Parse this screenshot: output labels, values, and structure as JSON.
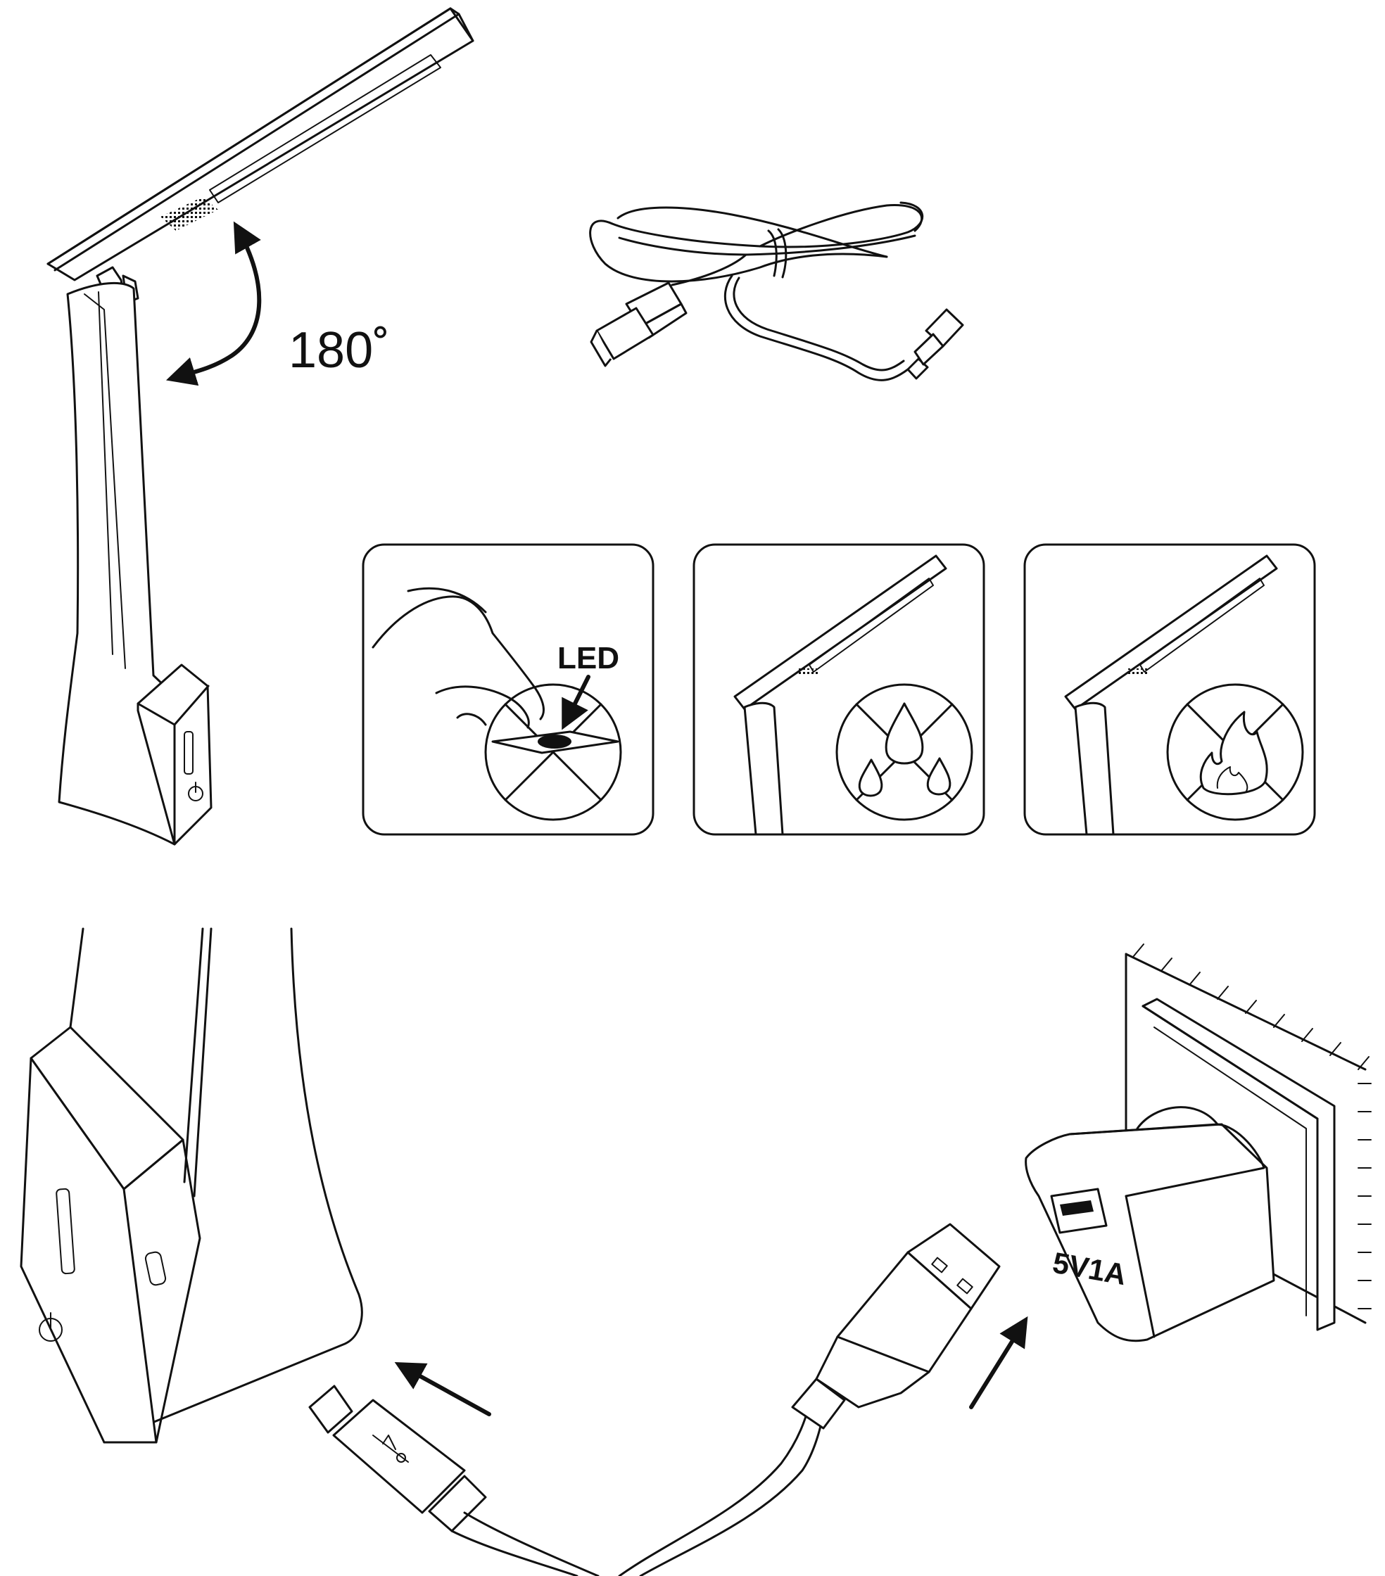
{
  "angle_label": "180˚",
  "led_label": "LED",
  "charger_label": "5V1A"
}
